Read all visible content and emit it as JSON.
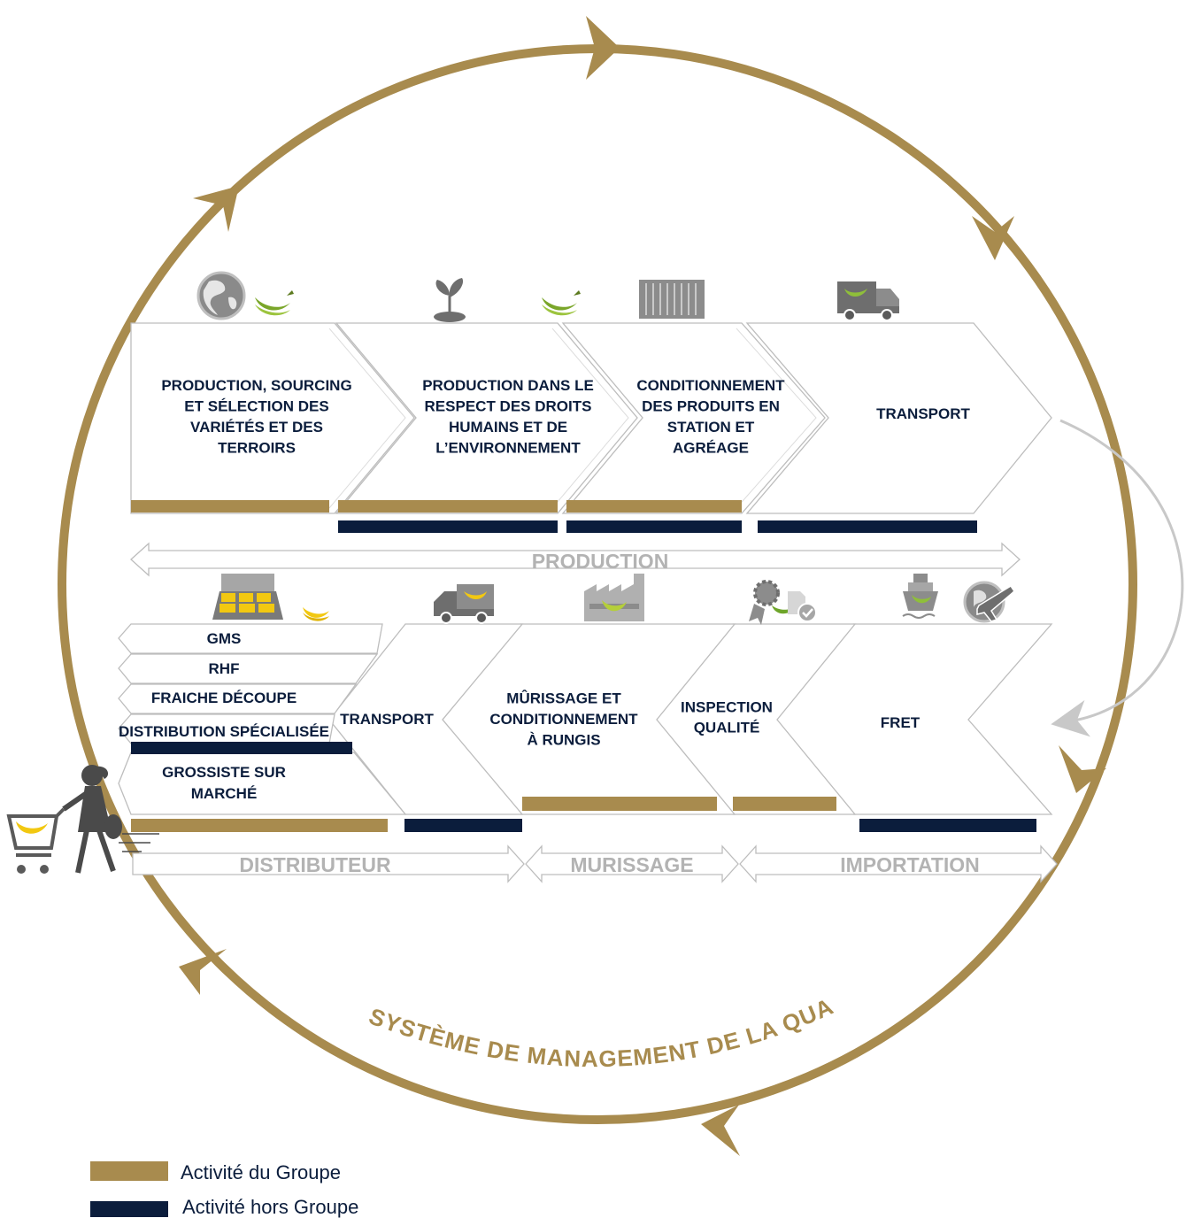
{
  "colors": {
    "group": "#a88b4e",
    "non_group": "#0b1d3c",
    "circle": "#a88b4e",
    "chevron_stroke": "#bdbdbd",
    "lane_text": "#b3b3b3"
  },
  "top_steps": [
    {
      "lines": [
        "PRODUCTION, SOURCING",
        "ET SÉLECTION DES",
        "VARIÉTÉS ET DES",
        "TERROIRS"
      ],
      "icons": [
        "globe-icon",
        "banana-bunch-icon"
      ]
    },
    {
      "lines": [
        "PRODUCTION DANS LE",
        "RESPECT DES DROITS",
        "HUMAINS ET DE",
        "L’ENVIRONNEMENT"
      ],
      "icons": [
        "plant-icon",
        "banana-bunch-icon"
      ]
    },
    {
      "lines": [
        "CONDITIONNEMENT",
        "DES PRODUITS EN",
        "STATION ET",
        "AGRÉAGE"
      ],
      "icons": [
        "container-icon"
      ]
    },
    {
      "lines": [
        "TRANSPORT"
      ],
      "icons": [
        "truck-icon"
      ]
    }
  ],
  "top_lane": "PRODUCTION",
  "bottom_steps": {
    "distributor_items": [
      "GMS",
      "RHF",
      "FRAICHE DÉCOUPE",
      "DISTRIBUTION SPÉCIALISÉE"
    ],
    "wholesaler": [
      "GROSSISTE SUR",
      "MARCHÉ"
    ],
    "transport": [
      "TRANSPORT"
    ],
    "ripening": [
      "MÛRISSAGE ET",
      "CONDITIONNEMENT",
      "À RUNGIS"
    ],
    "inspection": [
      "INSPECTION",
      "QUALITÉ"
    ],
    "freight": [
      "FRET"
    ]
  },
  "bottom_icons": [
    "market-stall-icon",
    "banana-icon",
    "truck-icon",
    "factory-icon",
    "quality-badge-icon",
    "ship-icon",
    "plane-globe-icon",
    "shopper-icon"
  ],
  "bottom_lanes": [
    "DISTRIBUTEUR",
    "MURISSAGE",
    "IMPORTATION"
  ],
  "cycle_label": "SYSTÈME DE MANAGEMENT DE LA QUALITÉ",
  "legend": [
    {
      "label": "Activité du Groupe",
      "color": "#a88b4e"
    },
    {
      "label": "Activité hors Groupe",
      "color": "#0b1d3c"
    }
  ]
}
